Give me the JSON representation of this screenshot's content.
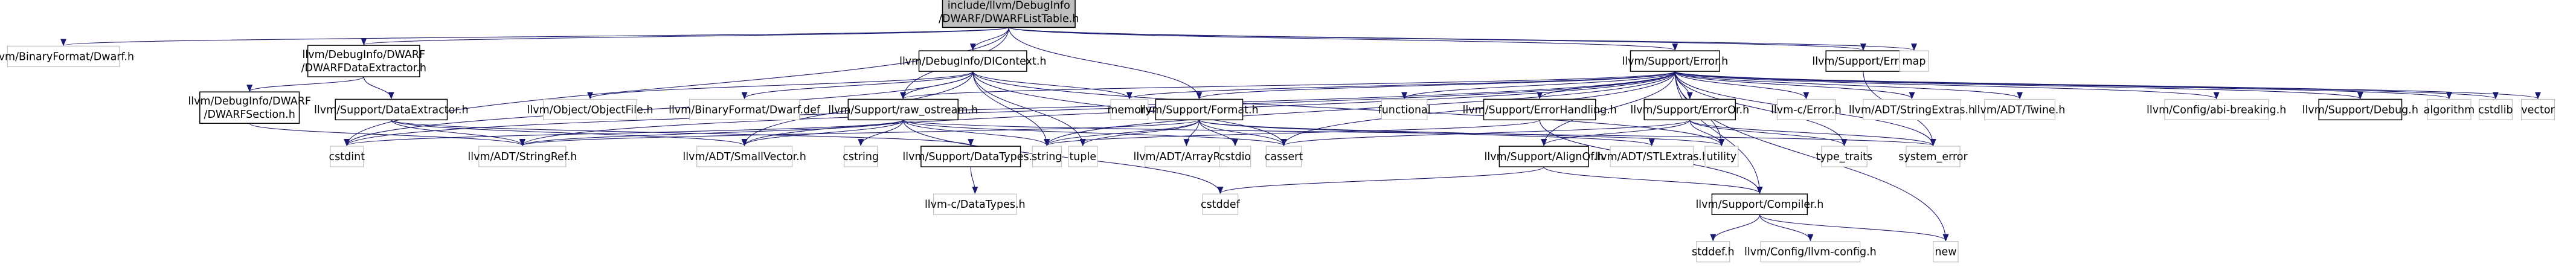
{
  "graph": {
    "root": "llvm/DebugInfo/DWARF/DWARFListTable.h",
    "nodes": [
      {
        "id": "root",
        "lines": [
          "include/llvm/DebugInfo",
          "/DWARF/DWARFListTable.h"
        ],
        "style": "root"
      },
      {
        "id": "dwarf_h",
        "lines": [
          "llvm/BinaryFormat/Dwarf.h"
        ],
        "style": "ext"
      },
      {
        "id": "dataext",
        "lines": [
          "llvm/DebugInfo/DWARF",
          "/DWARFDataExtractor.h"
        ],
        "style": "doc"
      },
      {
        "id": "dicontext",
        "lines": [
          "llvm/DebugInfo/DIContext.h"
        ],
        "style": "doc"
      },
      {
        "id": "error",
        "lines": [
          "llvm/Support/Error.h"
        ],
        "style": "doc"
      },
      {
        "id": "errc",
        "lines": [
          "llvm/Support/Errc.h"
        ],
        "style": "doc"
      },
      {
        "id": "map",
        "lines": [
          "map"
        ],
        "style": "ext"
      },
      {
        "id": "section",
        "lines": [
          "llvm/DebugInfo/DWARF",
          "/DWARFSection.h"
        ],
        "style": "doc"
      },
      {
        "id": "dataextractor",
        "lines": [
          "llvm/Support/DataExtractor.h"
        ],
        "style": "doc"
      },
      {
        "id": "objectfile",
        "lines": [
          "llvm/Object/ObjectFile.h"
        ],
        "style": "ext"
      },
      {
        "id": "dwarfdef",
        "lines": [
          "llvm/BinaryFormat/Dwarf.def"
        ],
        "style": "ext"
      },
      {
        "id": "raw_ostream",
        "lines": [
          "llvm/Support/raw_ostream.h"
        ],
        "style": "doc"
      },
      {
        "id": "memory",
        "lines": [
          "memory"
        ],
        "style": "ext"
      },
      {
        "id": "format",
        "lines": [
          "llvm/Support/Format.h"
        ],
        "style": "doc"
      },
      {
        "id": "functional",
        "lines": [
          "functional"
        ],
        "style": "ext"
      },
      {
        "id": "errorhandling",
        "lines": [
          "llvm/Support/ErrorHandling.h"
        ],
        "style": "doc"
      },
      {
        "id": "erroror",
        "lines": [
          "llvm/Support/ErrorOr.h"
        ],
        "style": "doc"
      },
      {
        "id": "c_error",
        "lines": [
          "llvm-c/Error.h"
        ],
        "style": "ext"
      },
      {
        "id": "stringextras",
        "lines": [
          "llvm/ADT/StringExtras.h"
        ],
        "style": "ext"
      },
      {
        "id": "twine",
        "lines": [
          "llvm/ADT/Twine.h"
        ],
        "style": "ext"
      },
      {
        "id": "abibreaking",
        "lines": [
          "llvm/Config/abi-breaking.h"
        ],
        "style": "ext"
      },
      {
        "id": "debug",
        "lines": [
          "llvm/Support/Debug.h"
        ],
        "style": "doc"
      },
      {
        "id": "algorithm",
        "lines": [
          "algorithm"
        ],
        "style": "ext"
      },
      {
        "id": "cstdlib",
        "lines": [
          "cstdlib"
        ],
        "style": "ext"
      },
      {
        "id": "vector",
        "lines": [
          "vector"
        ],
        "style": "ext"
      },
      {
        "id": "cstdint",
        "lines": [
          "cstdint"
        ],
        "style": "ext"
      },
      {
        "id": "stringref",
        "lines": [
          "llvm/ADT/StringRef.h"
        ],
        "style": "ext"
      },
      {
        "id": "smallvector",
        "lines": [
          "llvm/ADT/SmallVector.h"
        ],
        "style": "ext"
      },
      {
        "id": "cstring",
        "lines": [
          "cstring"
        ],
        "style": "ext"
      },
      {
        "id": "datatypes",
        "lines": [
          "llvm/Support/DataTypes.h"
        ],
        "style": "doc"
      },
      {
        "id": "string",
        "lines": [
          "string"
        ],
        "style": "ext"
      },
      {
        "id": "tuple",
        "lines": [
          "tuple"
        ],
        "style": "ext"
      },
      {
        "id": "arrayref",
        "lines": [
          "llvm/ADT/ArrayRef.h"
        ],
        "style": "ext"
      },
      {
        "id": "cstdio",
        "lines": [
          "cstdio"
        ],
        "style": "ext"
      },
      {
        "id": "cassert",
        "lines": [
          "cassert"
        ],
        "style": "ext"
      },
      {
        "id": "alignof",
        "lines": [
          "llvm/Support/AlignOf.h"
        ],
        "style": "doc"
      },
      {
        "id": "stlextras",
        "lines": [
          "llvm/ADT/STLExtras.h"
        ],
        "style": "ext"
      },
      {
        "id": "utility",
        "lines": [
          "utility"
        ],
        "style": "ext"
      },
      {
        "id": "type_traits",
        "lines": [
          "type_traits"
        ],
        "style": "ext"
      },
      {
        "id": "system_error",
        "lines": [
          "system_error"
        ],
        "style": "ext"
      },
      {
        "id": "c_datatypes",
        "lines": [
          "llvm-c/DataTypes.h"
        ],
        "style": "ext"
      },
      {
        "id": "cstddef",
        "lines": [
          "cstddef"
        ],
        "style": "ext"
      },
      {
        "id": "compiler",
        "lines": [
          "llvm/Support/Compiler.h"
        ],
        "style": "doc"
      },
      {
        "id": "stddef",
        "lines": [
          "stddef.h"
        ],
        "style": "ext"
      },
      {
        "id": "config",
        "lines": [
          "llvm/Config/llvm-config.h"
        ],
        "style": "ext"
      },
      {
        "id": "new",
        "lines": [
          "new"
        ],
        "style": "ext"
      }
    ],
    "edges": [
      [
        "root",
        "dwarf_h"
      ],
      [
        "root",
        "dataext"
      ],
      [
        "root",
        "dicontext"
      ],
      [
        "root",
        "error"
      ],
      [
        "root",
        "errc"
      ],
      [
        "root",
        "map"
      ],
      [
        "root",
        "raw_ostream"
      ],
      [
        "root",
        "format"
      ],
      [
        "root",
        "cstdint"
      ],
      [
        "dataext",
        "section"
      ],
      [
        "dataext",
        "dataextractor"
      ],
      [
        "section",
        "stringref"
      ],
      [
        "dataextractor",
        "stringref"
      ],
      [
        "dataextractor",
        "smallvector"
      ],
      [
        "dataextractor",
        "datatypes"
      ],
      [
        "dicontext",
        "objectfile"
      ],
      [
        "dicontext",
        "dwarfdef"
      ],
      [
        "dicontext",
        "raw_ostream"
      ],
      [
        "dicontext",
        "memory"
      ],
      [
        "dicontext",
        "cstdint"
      ],
      [
        "dicontext",
        "smallvector"
      ],
      [
        "dicontext",
        "string"
      ],
      [
        "dicontext",
        "tuple"
      ],
      [
        "dicontext",
        "cassert"
      ],
      [
        "dicontext",
        "utility"
      ],
      [
        "error",
        "abibreaking"
      ],
      [
        "error",
        "stringextras"
      ],
      [
        "error",
        "twine"
      ],
      [
        "error",
        "c_error"
      ],
      [
        "error",
        "debug"
      ],
      [
        "error",
        "erroror"
      ],
      [
        "error",
        "errorhandling"
      ],
      [
        "error",
        "format"
      ],
      [
        "error",
        "raw_ostream"
      ],
      [
        "error",
        "functional"
      ],
      [
        "error",
        "memory"
      ],
      [
        "error",
        "algorithm"
      ],
      [
        "error",
        "cstdlib"
      ],
      [
        "error",
        "vector"
      ],
      [
        "error",
        "cassert"
      ],
      [
        "error",
        "cstdint"
      ],
      [
        "error",
        "string"
      ],
      [
        "error",
        "system_error"
      ],
      [
        "error",
        "type_traits"
      ],
      [
        "error",
        "new"
      ],
      [
        "error",
        "utility"
      ],
      [
        "error",
        "compiler"
      ],
      [
        "error",
        "smallvector"
      ],
      [
        "error",
        "stringref"
      ],
      [
        "error",
        "alignof"
      ],
      [
        "errc",
        "system_error"
      ],
      [
        "raw_ostream",
        "stringref"
      ],
      [
        "raw_ostream",
        "cassert"
      ],
      [
        "raw_ostream",
        "cstddef"
      ],
      [
        "raw_ostream",
        "cstdint"
      ],
      [
        "raw_ostream",
        "cstring"
      ],
      [
        "raw_ostream",
        "string"
      ],
      [
        "raw_ostream",
        "system_error"
      ],
      [
        "raw_ostream",
        "smallvector"
      ],
      [
        "format",
        "arrayref"
      ],
      [
        "format",
        "stringref"
      ],
      [
        "format",
        "cassert"
      ],
      [
        "format",
        "cstdio"
      ],
      [
        "format",
        "tuple"
      ],
      [
        "format",
        "stlextras"
      ],
      [
        "format",
        "utility"
      ],
      [
        "format",
        "string"
      ],
      [
        "errorhandling",
        "compiler"
      ],
      [
        "errorhandling",
        "string"
      ],
      [
        "erroror",
        "alignof"
      ],
      [
        "erroror",
        "cassert"
      ],
      [
        "erroror",
        "system_error"
      ],
      [
        "erroror",
        "type_traits"
      ],
      [
        "erroror",
        "utility"
      ],
      [
        "alignof",
        "compiler"
      ],
      [
        "alignof",
        "cstddef"
      ],
      [
        "datatypes",
        "c_datatypes"
      ],
      [
        "compiler",
        "config"
      ],
      [
        "compiler",
        "stddef"
      ],
      [
        "compiler",
        "new"
      ]
    ]
  }
}
